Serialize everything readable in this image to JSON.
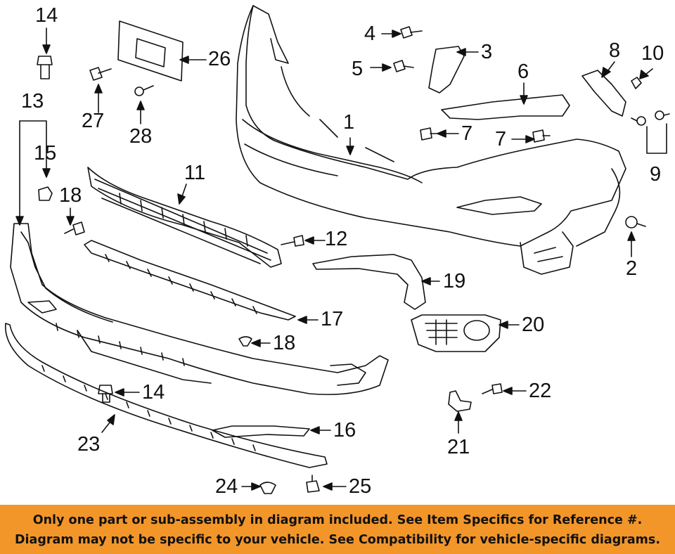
{
  "callouts": {
    "c1": "1",
    "c2": "2",
    "c3": "3",
    "c4": "4",
    "c5": "5",
    "c6": "6",
    "c7a": "7",
    "c7b": "7",
    "c8": "8",
    "c9": "9",
    "c10": "10",
    "c11": "11",
    "c12": "12",
    "c13": "13",
    "c14a": "14",
    "c14b": "14",
    "c15": "15",
    "c16": "16",
    "c17": "17",
    "c18a": "18",
    "c18b": "18",
    "c19": "19",
    "c20": "20",
    "c21": "21",
    "c22": "22",
    "c23": "23",
    "c24": "24",
    "c25": "25",
    "c26": "26",
    "c27": "27",
    "c28": "28"
  },
  "banner": {
    "line1": "Only one part or sub-assembly in diagram included. See Item Specifics for Reference #.",
    "line2": "Diagram may not be specific to your vehicle. See Compatibility for vehicle-specific diagrams.",
    "background_color": "#f2962a"
  }
}
